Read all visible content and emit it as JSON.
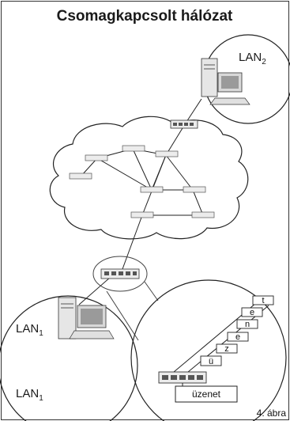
{
  "title": "Csomagkapcsolt hálózat",
  "lan_top": {
    "name": "LAN",
    "sub": "2"
  },
  "lan_bottom": {
    "name": "LAN",
    "sub": "1"
  },
  "packets": [
    "t",
    "e",
    "n",
    "e",
    "z",
    "ü"
  ],
  "message": "üzenet",
  "figure_label": "4. ábra"
}
